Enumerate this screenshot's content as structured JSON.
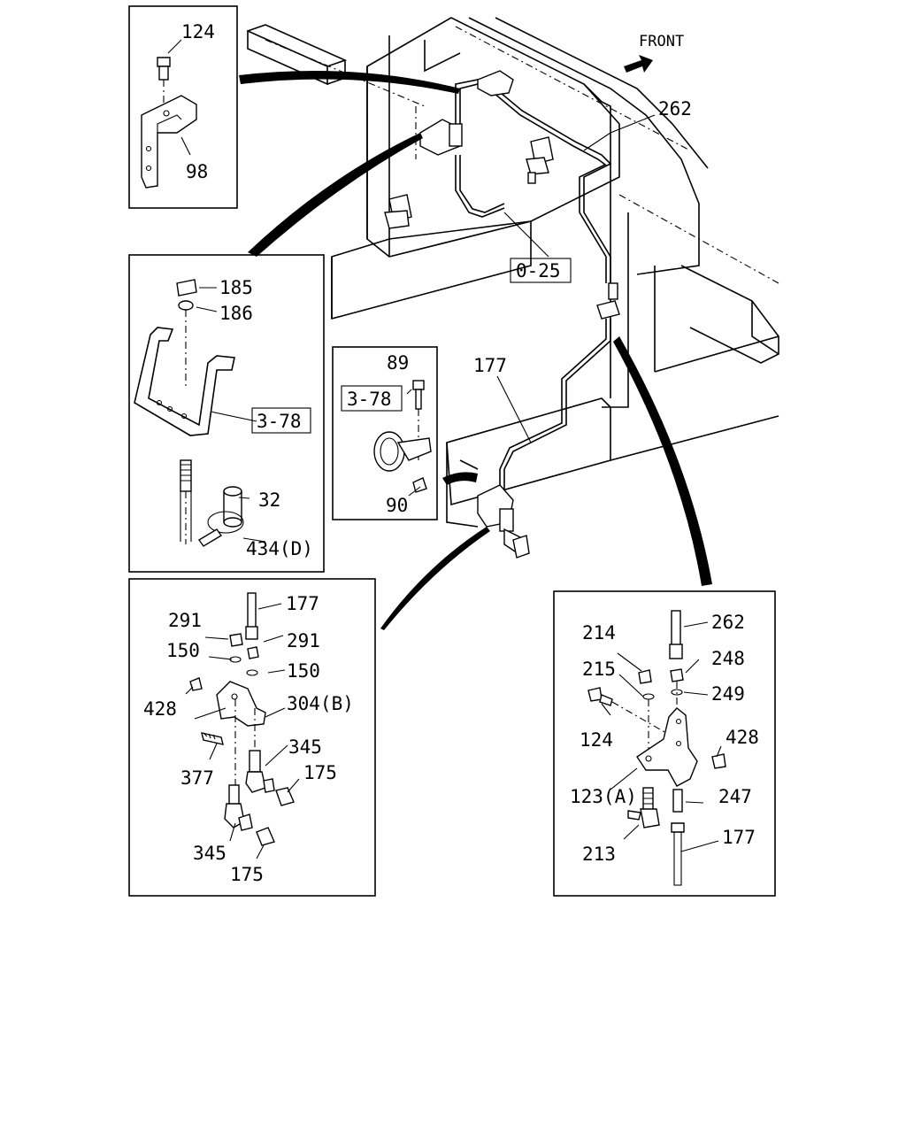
{
  "diagram": {
    "front_label": "FRONT",
    "main_labels": {
      "l262": "262",
      "l177": "177",
      "ref025": "0-25"
    },
    "inset_tl": {
      "l124": "124",
      "l98": "98"
    },
    "inset_ml": {
      "l185": "185",
      "l186": "186",
      "ref378": "3-78",
      "l32": "32",
      "l434": "434(D)"
    },
    "inset_mid": {
      "l89": "89",
      "ref378": "3-78",
      "l90": "90"
    },
    "inset_bl": {
      "l177": "177",
      "l291a": "291",
      "l291b": "291",
      "l150a": "150",
      "l150b": "150",
      "l428": "428",
      "l304": "304(B)",
      "l345a": "345",
      "l377": "377",
      "l175a": "175",
      "l345b": "345",
      "l175b": "175"
    },
    "inset_br": {
      "l262": "262",
      "l214": "214",
      "l248": "248",
      "l215": "215",
      "l249": "249",
      "l124": "124",
      "l428": "428",
      "l123": "123(A)",
      "l247": "247",
      "l213": "213",
      "l177": "177"
    }
  }
}
